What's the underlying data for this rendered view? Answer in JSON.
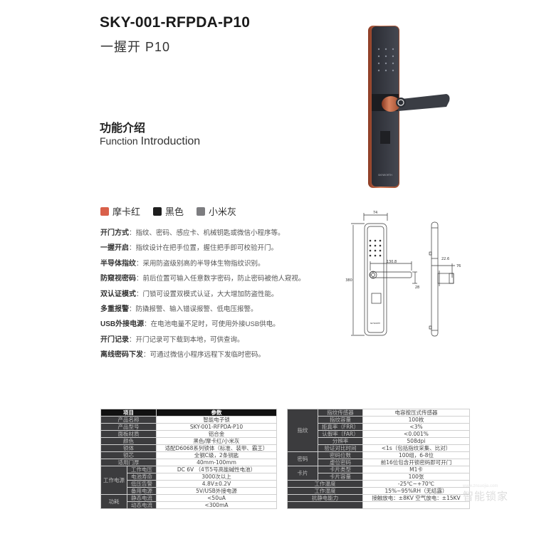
{
  "header": {
    "model": "SKY-001-RFPDA-P10",
    "subtitle": "一握开 P10"
  },
  "section": {
    "title_cn": "功能介绍",
    "title_en_small": "Function",
    "title_en_big": "Introduction"
  },
  "colors": [
    {
      "label": "摩卡红",
      "hex": "#d9604a"
    },
    {
      "label": "黑色",
      "hex": "#1e1e1e"
    },
    {
      "label": "小米灰",
      "hex": "#7d7d80"
    }
  ],
  "features": [
    {
      "key": "开门方式",
      "text": "：指纹、密码、感应卡、机械钥匙或微信小程序等。"
    },
    {
      "key": "一握开启",
      "text": "：指纹设计在把手位置，握住把手即可校验开门。"
    },
    {
      "key": "半导体指纹",
      "text": "：采用防盗级别高的半导体生物指纹识别。"
    },
    {
      "key": "防窥视密码",
      "text": "：前后位置可输入任意数字密码，防止密码被他人窥视。"
    },
    {
      "key": "双认证模式",
      "text": "：门锁可设置双模式认证，大大增加防盗性能。"
    },
    {
      "key": "多重报警",
      "text": "：防撬报警、输入错误报警、低电压报警。"
    },
    {
      "key": "USB外接电源",
      "text": "：在电池电量不足时，可使用外接USB供电。"
    },
    {
      "key": "开门记录",
      "text": "：开门记录可下载到本地，可供查询。"
    },
    {
      "key": "离线密码下发",
      "text": "：可通过微信小程序远程下发临时密码。"
    }
  ],
  "drawing": {
    "width_front": "74",
    "height": "380",
    "handle_length": "130.8",
    "handle_height": "28",
    "side_depth": "22.6",
    "handle_depth": "76",
    "brand_text": "SKYWORTH"
  },
  "table_left": {
    "headers": [
      "项目",
      "参数"
    ],
    "rows": [
      {
        "label": "产品名称",
        "value": "智能电子锁"
      },
      {
        "label": "产品型号",
        "value": "SKY-001-RFPDA-P10"
      },
      {
        "label": "面板材质",
        "value": "铝合金"
      },
      {
        "label": "颜色",
        "value": "黑色/摩卡红/小米灰"
      },
      {
        "label": "锁体",
        "value": "适配D6068系列锁体（标准、装甲、霸王）"
      },
      {
        "label": "锁芯",
        "value": "全钢C级，2条钥匙"
      },
      {
        "label": "适用门厚",
        "value": "40mm-100mm"
      }
    ],
    "groups": [
      {
        "group": "工作电源",
        "rows": [
          {
            "label": "工作电压",
            "value": "DC 6V （4节5号高能碱性电池）"
          },
          {
            "label": "电池寿命",
            "value": "3000次以上"
          },
          {
            "label": "低压告警",
            "value": "4.8V±0.2V"
          },
          {
            "label": "备用电源",
            "value": "5V/USB外接电源"
          }
        ]
      },
      {
        "group": "功耗",
        "rows": [
          {
            "label": "静态电流",
            "value": "<50uA"
          },
          {
            "label": "动态电流",
            "value": "<300mA"
          }
        ]
      }
    ]
  },
  "table_right": {
    "groups": [
      {
        "group": "指纹",
        "rows": [
          {
            "label": "指纹传感器",
            "value": "电容按压式传感器"
          },
          {
            "label": "指纹容量",
            "value": "100枚"
          },
          {
            "label": "拒真率（FRR）",
            "value": "<3%"
          },
          {
            "label": "认假率（FAR）",
            "value": "<0.001%"
          },
          {
            "label": "分辨率",
            "value": "508dpi"
          },
          {
            "label": "验证对比时间",
            "value": "<1s（包括指纹采集、比对）"
          }
        ]
      },
      {
        "group": "密码",
        "rows": [
          {
            "label": "密码位数",
            "value": "100组，6-8位"
          },
          {
            "label": "虚位密码",
            "value": "前16位包含开锁密码即可开门"
          }
        ]
      },
      {
        "group": "卡片",
        "rows": [
          {
            "label": "卡片类型",
            "value": "M1卡"
          },
          {
            "label": "卡片容量",
            "value": "100张"
          }
        ]
      }
    ],
    "rows": [
      {
        "label": "工作温度",
        "value": "-25℃~+70℃"
      },
      {
        "label": "工作湿度",
        "value": "15%~95%RH（无结露）"
      },
      {
        "label": "抗静电能力",
        "value": "接触放电：±8KV 空气放电：±15KV"
      },
      {
        "label": "",
        "value": ""
      }
    ]
  },
  "watermark": {
    "text": "智能锁家",
    "small": "www.znsuojia.com"
  }
}
